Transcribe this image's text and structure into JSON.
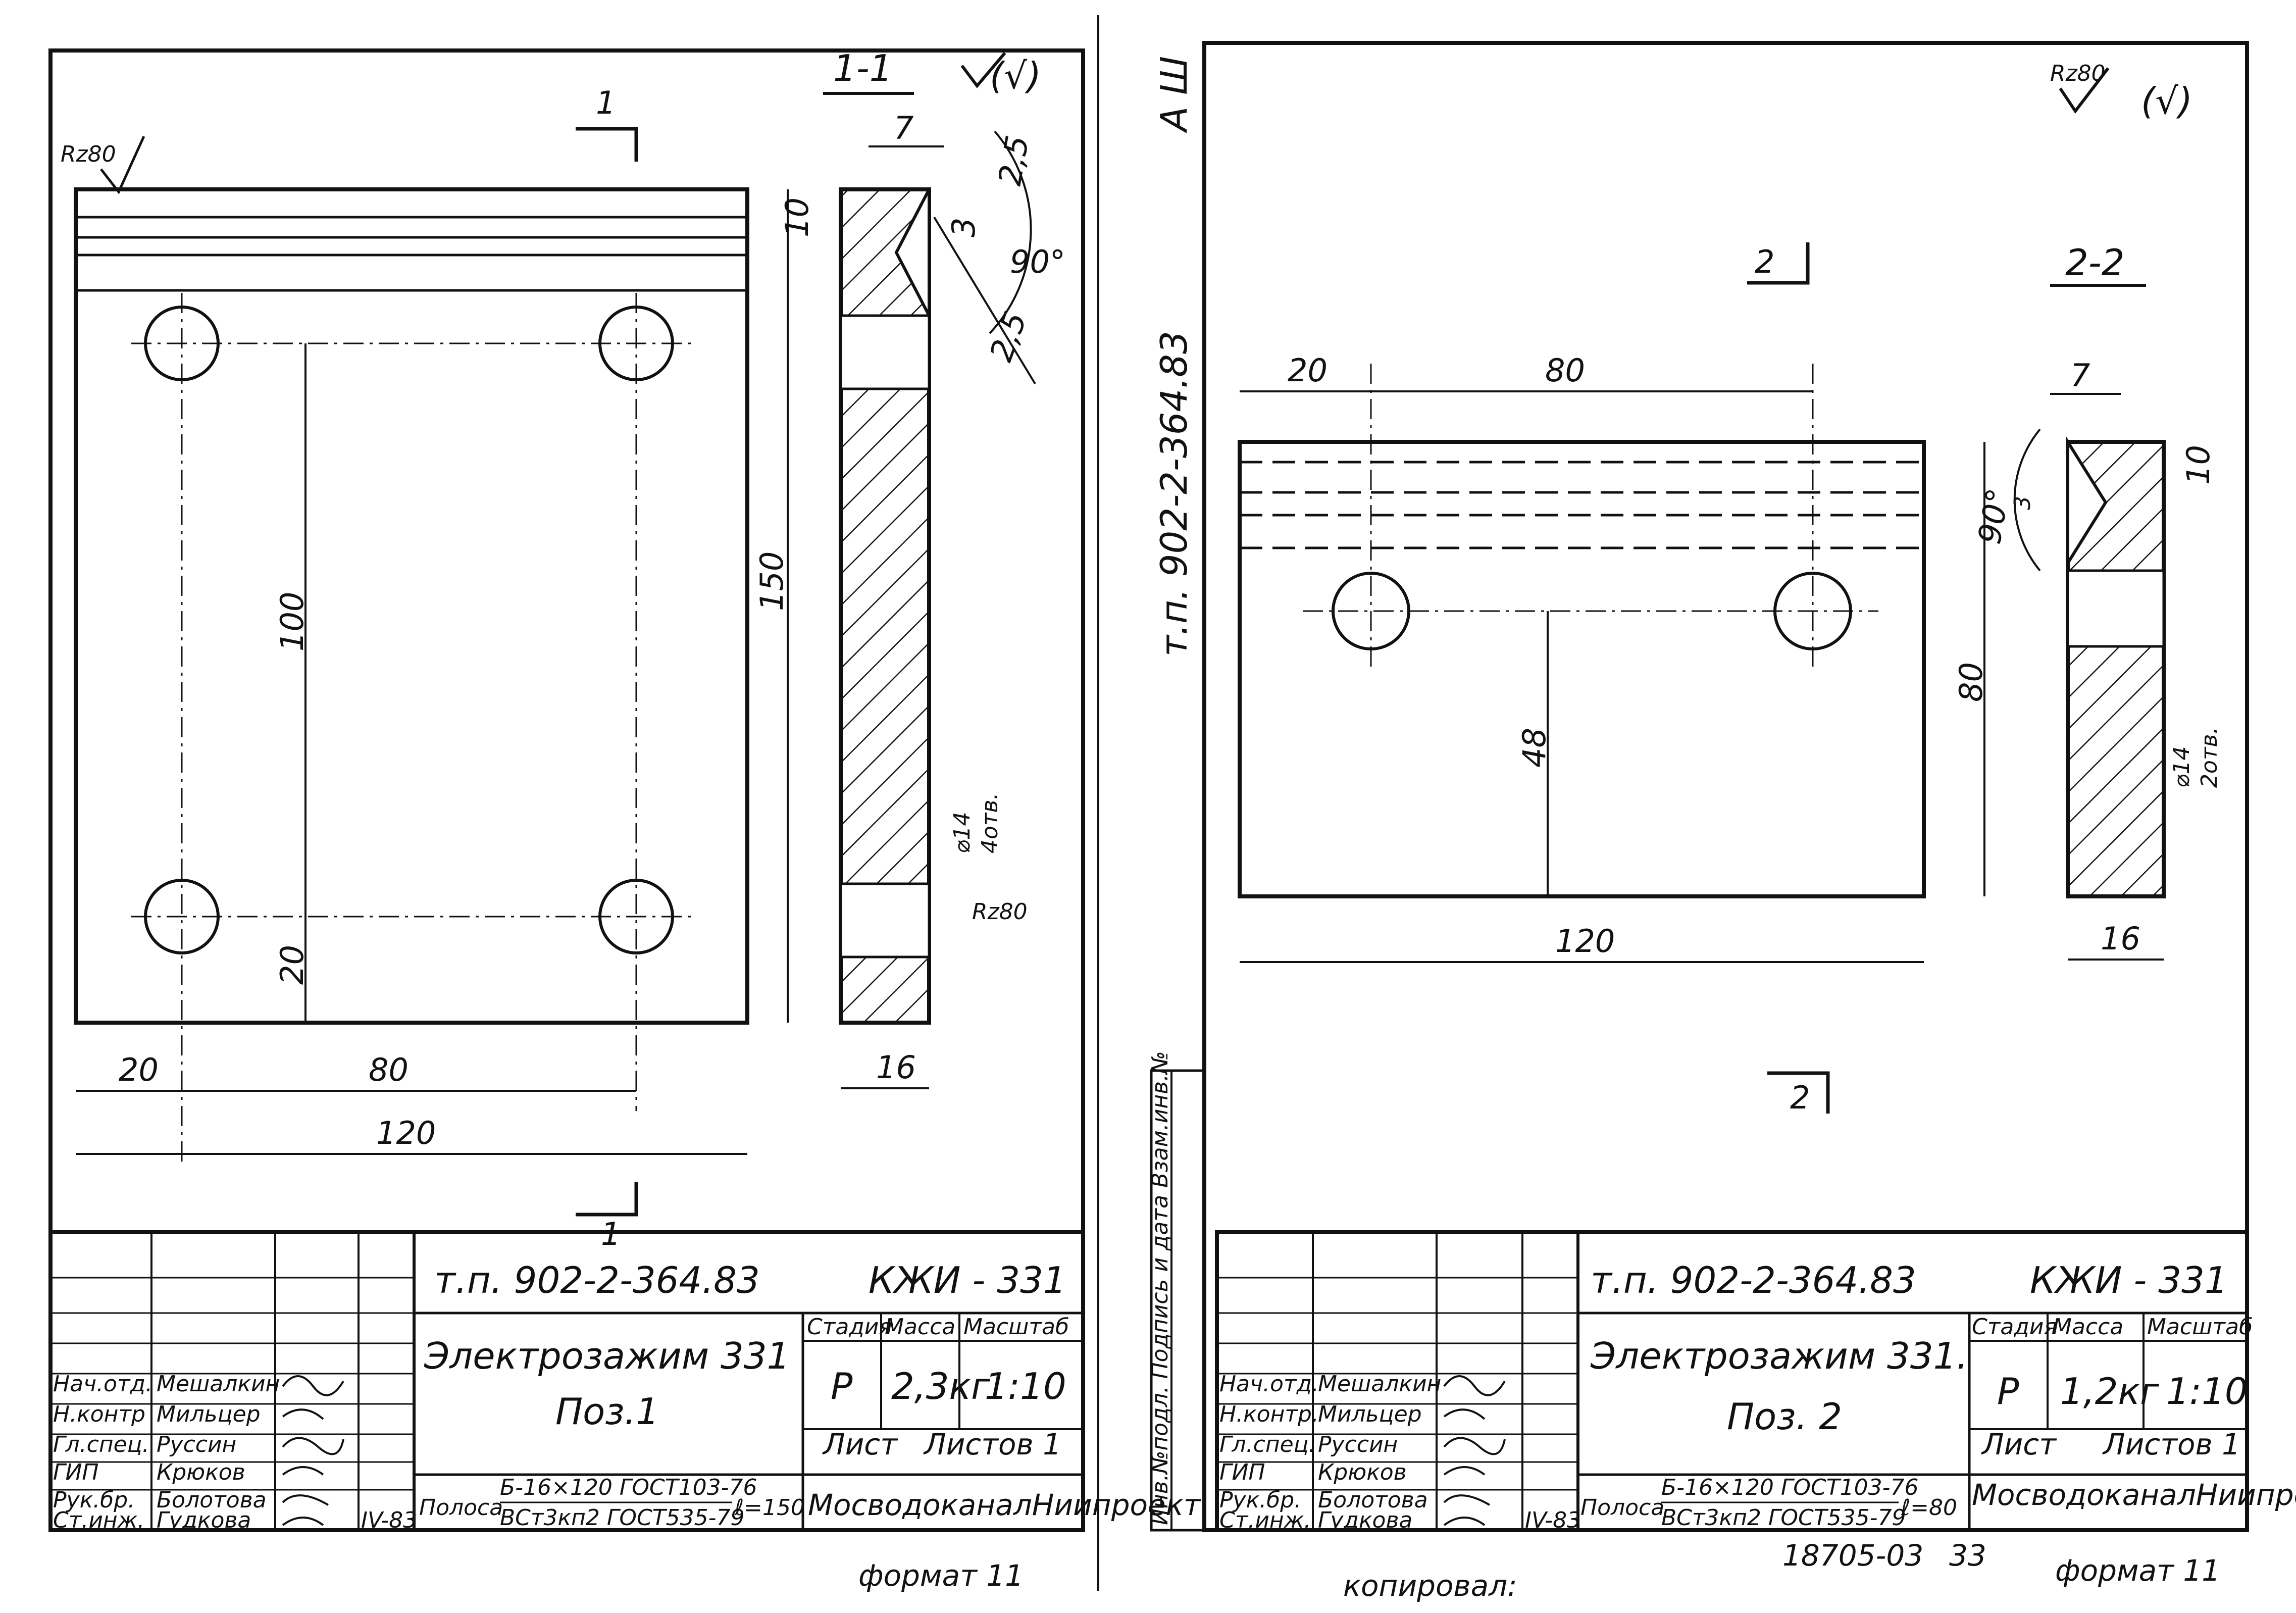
{
  "sheet1": {
    "rz_top": "Rz80",
    "section_label": "1-1",
    "roughness_general": "(√)",
    "cut_mark": "1",
    "dims": {
      "d20_left": "20",
      "d80": "80",
      "d120": "120",
      "d100": "100",
      "d20_bottom": "20",
      "d150": "150",
      "d7": "7",
      "d10": "10",
      "d3": "3",
      "d2_5_top": "2,5",
      "d90": "90°",
      "d2_5_bottom": "2,5",
      "d16": "16",
      "holes": "⌀14",
      "holes_count": "4отв.",
      "rz_hole": "Rz80"
    },
    "title_block": {
      "doc_number": "т.п. 902-2-364.83",
      "code": "КЖИ - 331",
      "product": "Электрозажим  331",
      "position": "Поз.1",
      "stage_header": "Стадия",
      "mass_header": "Масса",
      "scale_header": "Масштаб",
      "stage": "Р",
      "mass": "2,3кг",
      "scale": "1:10",
      "sheet": "Лист",
      "sheets": "Листов 1",
      "material_prefix": "Полоса",
      "material_top": "Б-16×120 ГОСТ103-76",
      "material_bottom": "ВСт3кп2 ГОСТ535-79",
      "material_length": "ℓ=150",
      "organization": "МосводоканалНиипроект",
      "roles": [
        "Нач.отд.",
        "Н.контр",
        "Гл.спец.",
        "ГИП",
        "Рук.бр.",
        "Ст.инж."
      ],
      "names": [
        "Мешалкин",
        "Мильцер",
        "Руссин",
        "Крюков",
        "Болотова",
        "Гудкова"
      ],
      "date": "IV-83"
    },
    "format": "формат 11"
  },
  "sheet2": {
    "rz_top": "Rz80",
    "roughness_general": "(√)",
    "section_label": "2-2",
    "cut_mark": "2",
    "side_code": "А Ш",
    "side_doc": "т.п. 902-2-364.83",
    "side_stamp": "Инв.№подл.  Подпись и дата  Взам.инв.№",
    "dims": {
      "d20": "20",
      "d80_top": "80",
      "d120": "120",
      "d48": "48",
      "d80_right": "80",
      "d7": "7",
      "d10": "10",
      "d3": "3",
      "d90": "90°",
      "d16": "16",
      "holes": "⌀14",
      "holes_count": "2отв."
    },
    "title_block": {
      "doc_number": "т.п. 902-2-364.83",
      "code": "КЖИ - 331",
      "product": "Электрозажим  331.",
      "position": "Поз. 2",
      "stage_header": "Стадия",
      "mass_header": "Масса",
      "scale_header": "Масштаб",
      "stage": "Р",
      "mass": "1,2кг",
      "scale": "1:10",
      "sheet": "Лист",
      "sheets": "Листов 1",
      "material_prefix": "Полоса",
      "material_top": "Б-16×120 ГОСТ103-76",
      "material_bottom": "ВСт3кп2 ГОСТ535-79",
      "material_length": "ℓ=80",
      "organization": "МосводоканалНиипроект",
      "roles": [
        "Нач.отд.",
        "Н.контр.",
        "Гл.спец.",
        "ГИП",
        "Рук.бр.",
        "Ст.инж."
      ],
      "names": [
        "Мешалкин",
        "Мильцер",
        "Руссин",
        "Крюков",
        "Болотова",
        "Гудкова"
      ],
      "date": "IV-83"
    },
    "copied": "копировал:",
    "archive": "18705-03",
    "page": "33",
    "format": "формат 11"
  }
}
